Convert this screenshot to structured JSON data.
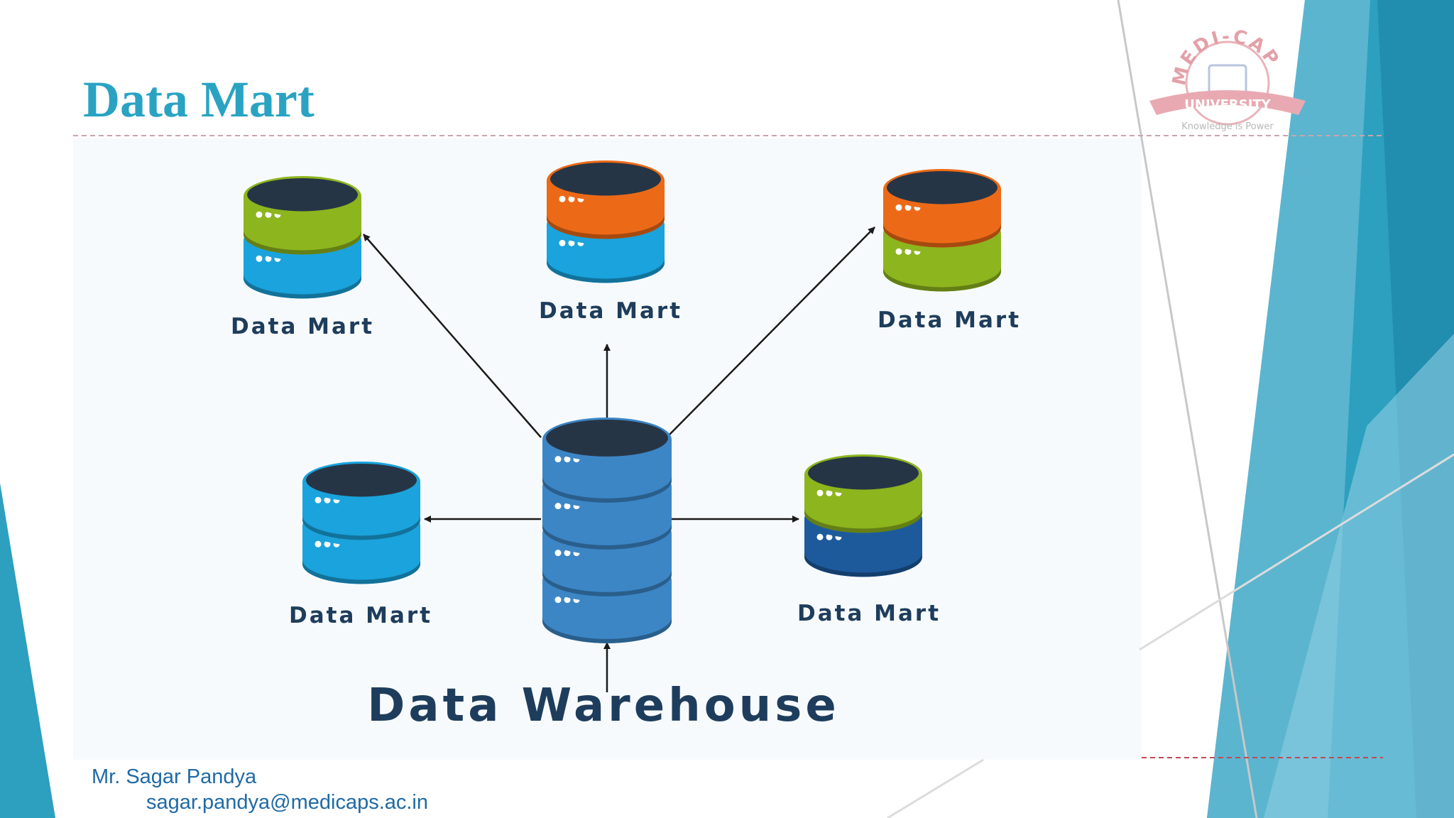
{
  "slide": {
    "title": "Data Mart",
    "author": "Mr. Sagar Pandya",
    "email": "sagar.pandya@medicaps.ac.in"
  },
  "logo": {
    "name_top": "MEDI-CAPS",
    "name_banner": "UNIVERSITY",
    "tagline": "Knowledge is Power"
  },
  "diagram": {
    "warehouse_label": "Data Warehouse",
    "marts": [
      {
        "label": "Data Mart",
        "top_color": "#8db51e",
        "bottom_color": "#1aa3dc"
      },
      {
        "label": "Data Mart",
        "top_color": "#ec6a17",
        "bottom_color": "#1aa3dc"
      },
      {
        "label": "Data Mart",
        "top_color": "#ec6a17",
        "bottom_color": "#8db51e"
      },
      {
        "label": "Data Mart",
        "top_color": "#1aa3dc",
        "bottom_color": "#1aa3dc"
      },
      {
        "label": "Data Mart",
        "top_color": "#8db51e",
        "bottom_color": "#1d5a9c"
      }
    ]
  },
  "colors": {
    "title": "#2aa3c3",
    "accent_teal": "#2d9fbf",
    "warehouse_blue": "#3c86c6",
    "label_dark": "#1e3d5c"
  }
}
